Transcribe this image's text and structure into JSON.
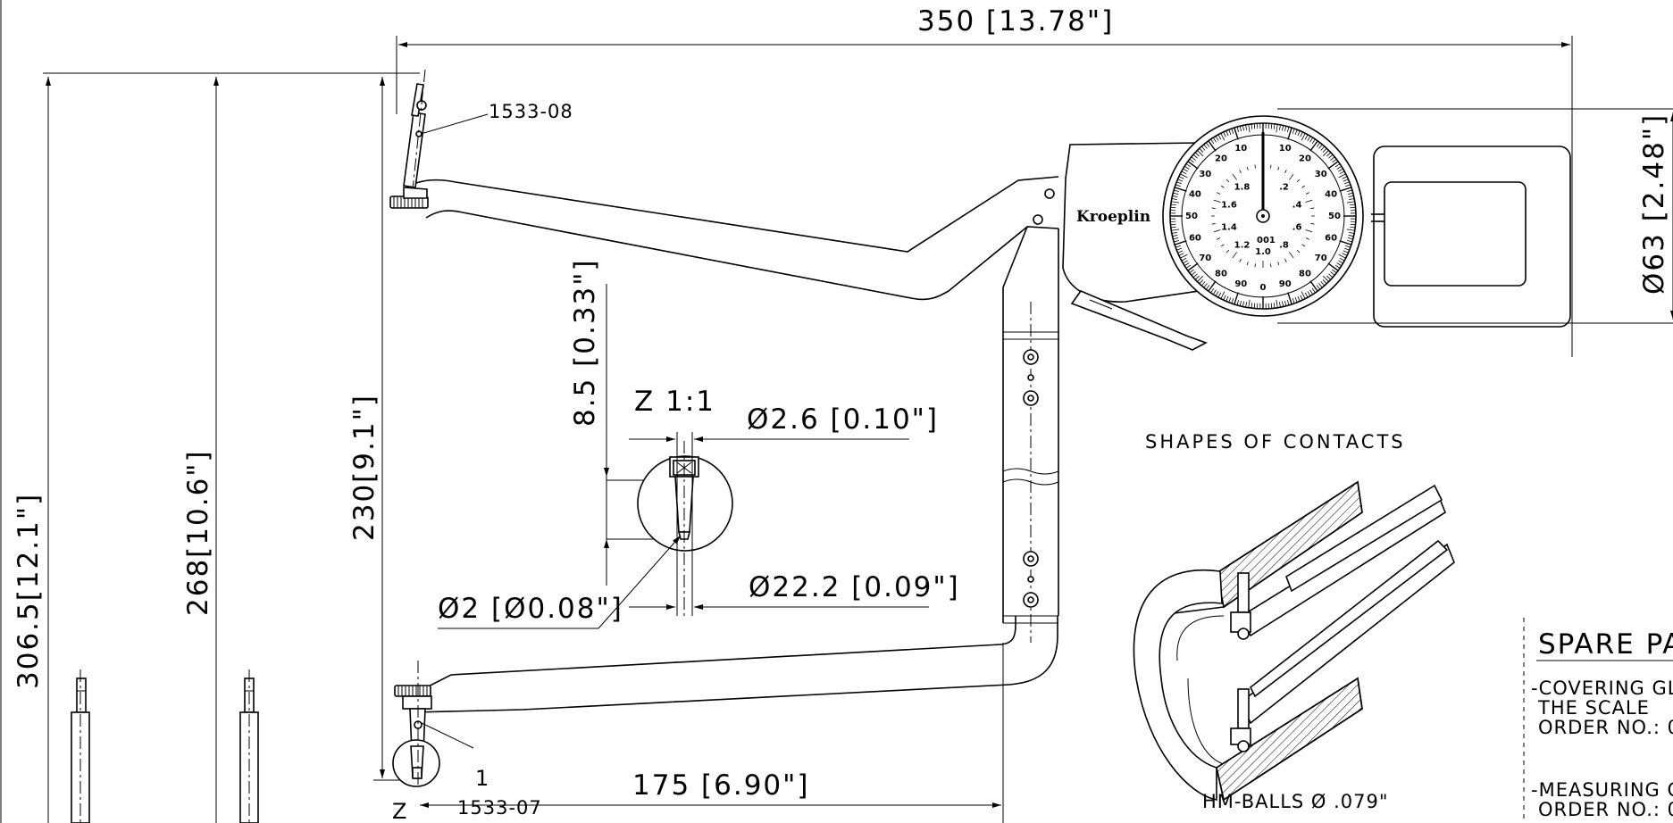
{
  "dimensions": {
    "overall_length": "350 [13.78\"]",
    "half_length": "175 [6.90\"]",
    "height_306": "306.5[12.1\"]",
    "height_268": "268[10.6\"]",
    "height_230": "230[9.1\"]",
    "dial_diameter": "Ø63 [2.48\"]",
    "tip_length": "8.5 [0.33\"]",
    "tip_diameter_top": "Ø2.6 [0.10\"]",
    "tip_diameter_bottom": "Ø22.2 [0.09\"]",
    "ball_diameter": "Ø2 [Ø0.08\"]"
  },
  "callouts": {
    "upper_part": "1533-08",
    "lower_part": "1533-07",
    "item_number": "1",
    "detail_marker": "Z",
    "detail_label": "Z 1:1"
  },
  "dial": {
    "brand": "Kroeplin",
    "outer_left": [
      "10",
      "20",
      "30",
      "40",
      "50",
      "60",
      "70",
      "80",
      "90"
    ],
    "outer_right": [
      "10",
      "20",
      "30",
      "40",
      "50",
      "60",
      "70",
      "80",
      "90"
    ],
    "bottom_zero": "0",
    "inner_values": [
      "1.8",
      "1.6",
      "1.4",
      "1.2",
      "1.0",
      ".8",
      ".6",
      ".4",
      ".2"
    ],
    "resolution": "001"
  },
  "contacts": {
    "heading": "SHAPES OF CONTACTS",
    "caption": "HM-BALLS Ø .079\""
  },
  "spare_parts": {
    "title": "SPARE PA",
    "item1_line1": "-COVERING GL",
    "item1_line2": "THE SCALE",
    "item1_line3": "ORDER NO.: 0",
    "item2_line1": "-MEASURING C",
    "item2_line2": "ORDER NO.: 0"
  }
}
